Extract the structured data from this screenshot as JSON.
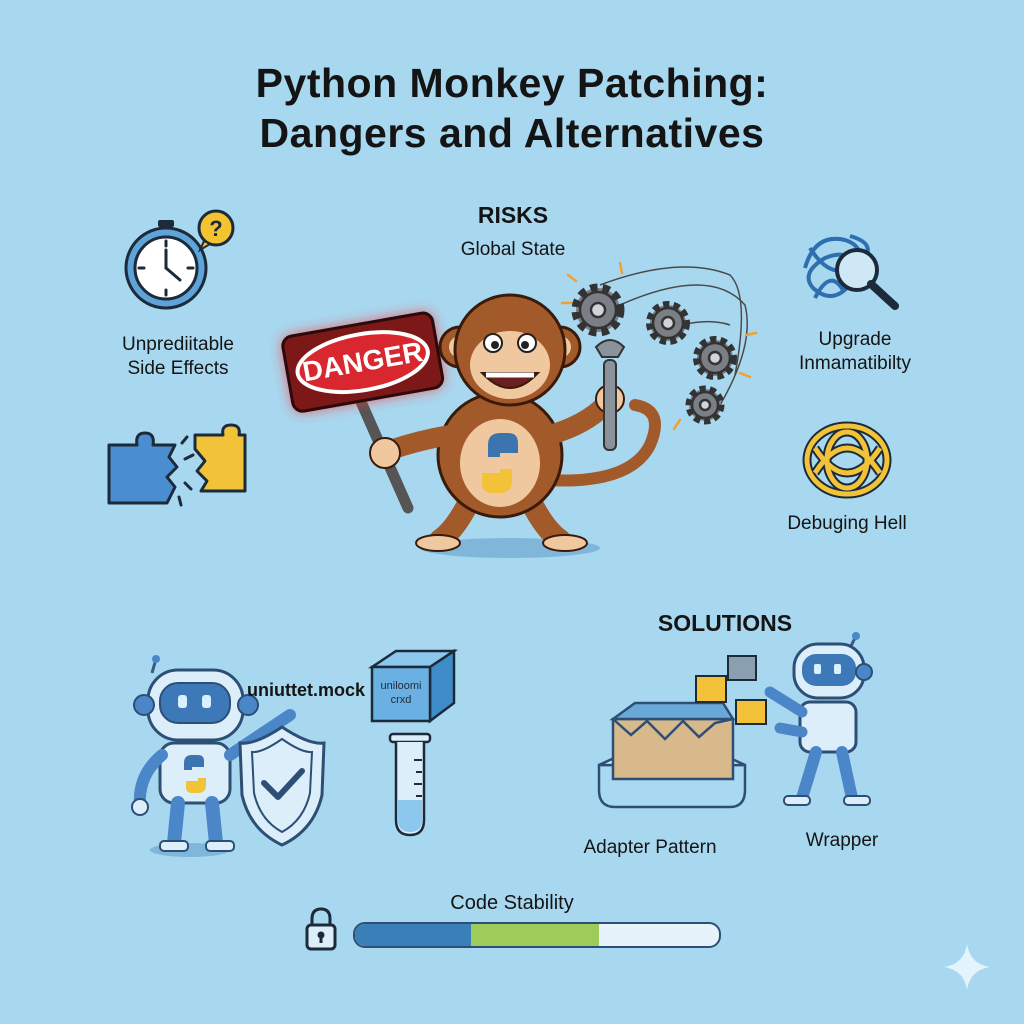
{
  "title": {
    "line1": "Python Monkey Patching:",
    "line2": "Dangers and Alternatives"
  },
  "risks": {
    "heading": "RISKS",
    "subheading": "Global State",
    "danger_sign": "DANGER",
    "items": [
      {
        "label_line1": "Unprediitable",
        "label_line2": "Side Effects",
        "icon": "clock-question-icon"
      },
      {
        "label_line1": "",
        "label_line2": "",
        "icon": "broken-puzzle-icon"
      },
      {
        "label_line1": "Upgrade",
        "label_line2": "Inmamatibilty",
        "icon": "tangled-magnifier-icon"
      },
      {
        "label_line1": "Debuging Hell",
        "label_line2": "",
        "icon": "knot-icon"
      }
    ]
  },
  "solutions": {
    "heading": "SOLUTIONS",
    "unittest_label": "uniuttet.mock",
    "box_text_line1": "uniloomi",
    "box_text_line2": "crxd",
    "adapter_label": "Adapter Pattern",
    "wrapper_label": "Wrapper"
  },
  "stability": {
    "label": "Code Stability",
    "blue_fraction": 0.32,
    "green_fraction": 0.35
  },
  "colors": {
    "background": "#a8d8f0",
    "danger_red": "#c0262c",
    "robot_blue": "#4a86c8",
    "bar_blue": "#3a7fb8",
    "bar_green": "#9dcc5a",
    "puzzle_yellow": "#f0c040",
    "monkey_brown": "#a35a2a"
  }
}
